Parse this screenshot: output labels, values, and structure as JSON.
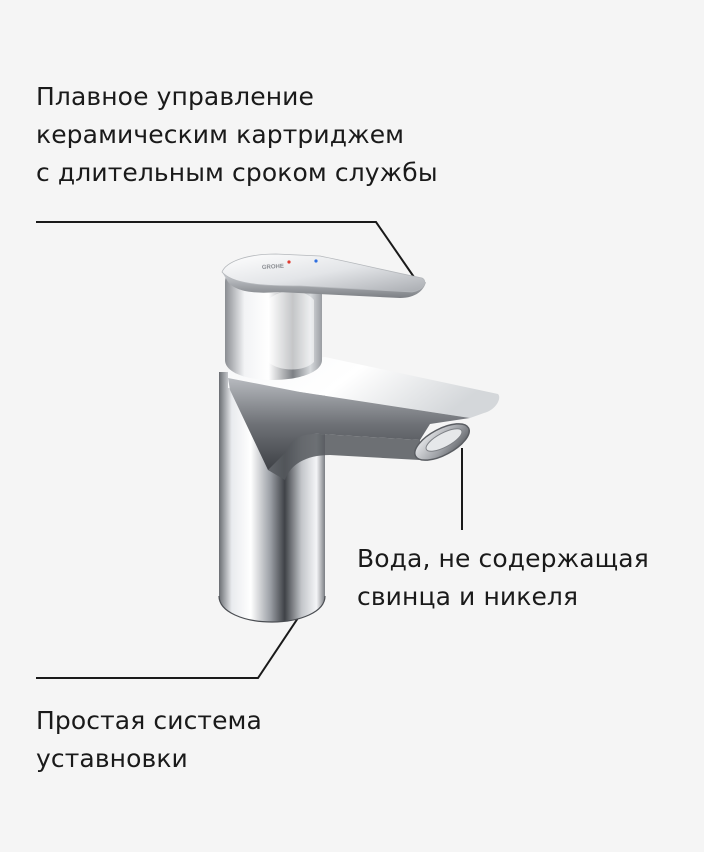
{
  "features": {
    "cartridge": {
      "lines": [
        "Плавное управление",
        "керамическим картриджем",
        "с длительным сроком службы"
      ]
    },
    "water": {
      "lines": [
        "Вода, не содержащая",
        "свинца и никеля"
      ]
    },
    "install": {
      "lines": [
        "Простая система",
        "уставновки"
      ]
    }
  },
  "product": {
    "logo_text": "GROHE",
    "image_icon": "chrome-basin-faucet"
  },
  "colors": {
    "background": "#f5f5f5",
    "text": "#1a1a1a",
    "leader_line": "#1a1a1a",
    "chrome_light": "#ffffff",
    "chrome_mid": "#c9ccd0",
    "chrome_dark": "#5d6065"
  }
}
